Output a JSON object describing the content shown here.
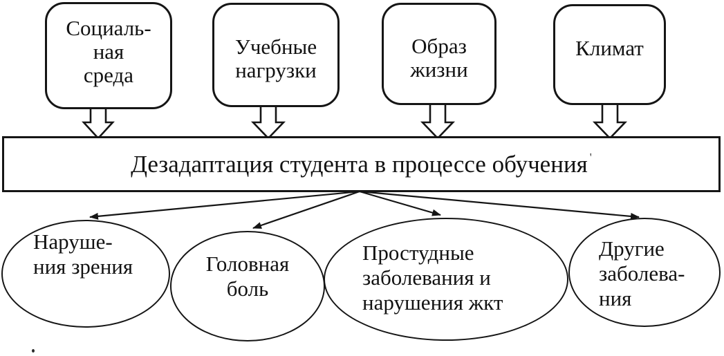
{
  "diagram": {
    "factors": [
      {
        "id": "social-environment",
        "lines": [
          "Социаль-",
          "ная",
          "среда"
        ]
      },
      {
        "id": "study-loads",
        "lines": [
          "Учебные",
          "нагрузки"
        ]
      },
      {
        "id": "lifestyle",
        "lines": [
          "Образ",
          "жизни"
        ]
      },
      {
        "id": "climate",
        "lines": [
          "Климат"
        ]
      }
    ],
    "central": {
      "label": "Дезадаптация студента в процессе обучения",
      "mark": "'"
    },
    "outcomes": [
      {
        "id": "vision-impairment",
        "lines": [
          "Наруше-",
          "ния зрения"
        ]
      },
      {
        "id": "headache",
        "lines": [
          "Головная",
          "боль"
        ]
      },
      {
        "id": "colds-gi",
        "lines": [
          "Простудные",
          "заболевания и",
          "нарушения жкт"
        ]
      },
      {
        "id": "other-diseases",
        "lines": [
          "Другие",
          "заболева-",
          "ния"
        ]
      }
    ],
    "colors": {
      "stroke": "#151515",
      "background": "#ffffff"
    },
    "stray_dot": "."
  }
}
